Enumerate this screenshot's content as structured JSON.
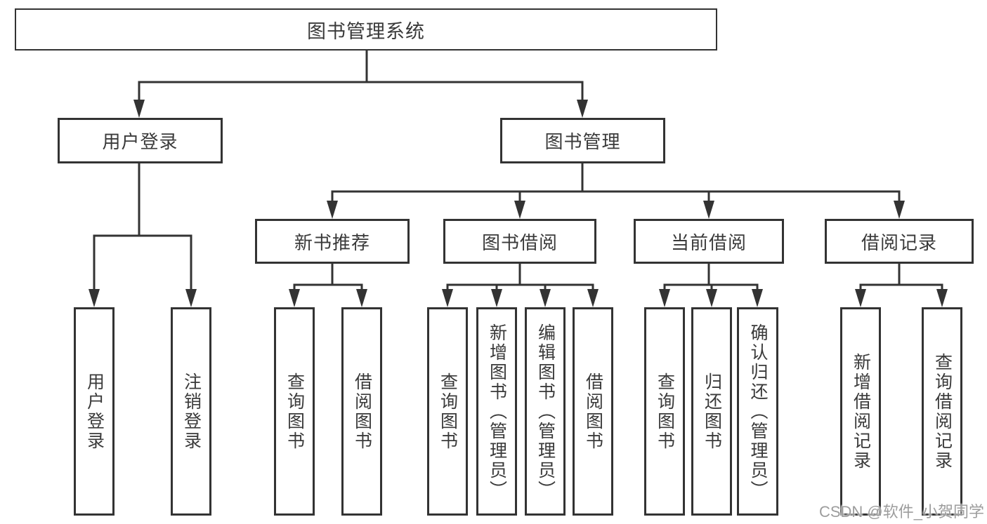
{
  "diagram": {
    "type": "tree",
    "nodes": {
      "root": {
        "label": "图书管理系统"
      },
      "level2": [
        {
          "label": "用户登录"
        },
        {
          "label": "图书管理"
        }
      ],
      "level3": [
        {
          "label": "新书推荐"
        },
        {
          "label": "图书借阅"
        },
        {
          "label": "当前借阅"
        },
        {
          "label": "借阅记录"
        }
      ],
      "leaves": [
        {
          "label": "用户登录"
        },
        {
          "label": "注销登录"
        },
        {
          "label": "查询图书"
        },
        {
          "label": "借阅图书"
        },
        {
          "label": "查询图书"
        },
        {
          "label": "新增图书（管理员）"
        },
        {
          "label": "编辑图书（管理员）"
        },
        {
          "label": "借阅图书"
        },
        {
          "label": "查询图书"
        },
        {
          "label": "归还图书"
        },
        {
          "label": "确认归还（管理员）"
        },
        {
          "label": "新增借阅记录"
        },
        {
          "label": "查询借阅记录"
        }
      ]
    }
  },
  "watermark": {
    "text": "CSDN @软件_小贺同学"
  },
  "colors": {
    "line": "#333333",
    "text": "#3a3a3a",
    "background": "#ffffff",
    "watermark": "#9d9d9d"
  }
}
